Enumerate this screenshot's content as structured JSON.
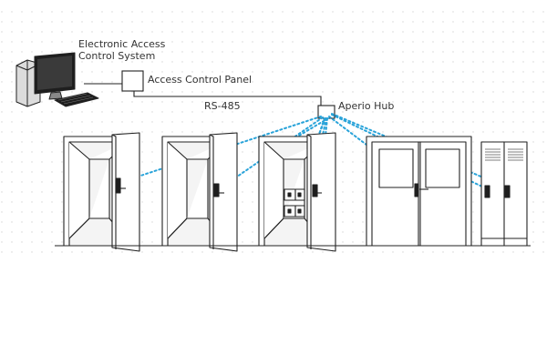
{
  "labels": {
    "system_line1": "Electronic Access",
    "system_line2": "Control System",
    "panel": "Access Control Panel",
    "bus": "RS-485",
    "hub": "Aperio Hub"
  },
  "colors": {
    "line": "#222222",
    "wireless": "#29a3d9",
    "grid_dots": "#d4d4d4",
    "text": "#333333",
    "monitor_dark": "#1e1e1e"
  },
  "devices": [
    {
      "name": "computer",
      "icon": "computer-icon"
    },
    {
      "name": "access-control-panel",
      "icon": "control-panel-box"
    },
    {
      "name": "aperio-hub",
      "icon": "hub-box"
    },
    {
      "name": "door-1",
      "icon": "open-door-icon"
    },
    {
      "name": "door-2",
      "icon": "open-door-icon"
    },
    {
      "name": "door-3",
      "icon": "open-door-with-lockers-icon"
    },
    {
      "name": "double-door",
      "icon": "double-door-icon"
    },
    {
      "name": "locker",
      "icon": "locker-icon"
    }
  ]
}
